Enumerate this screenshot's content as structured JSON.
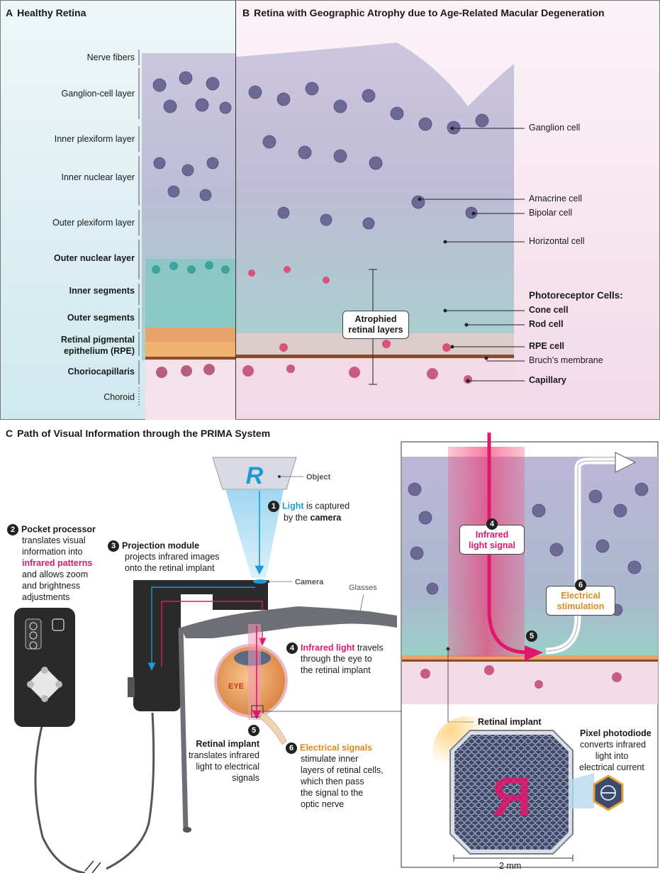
{
  "panel_a": {
    "letter": "A",
    "title": "Healthy Retina",
    "layers": [
      {
        "label": "Nerve fibers",
        "bold": false
      },
      {
        "label": "Ganglion-cell layer",
        "bold": false
      },
      {
        "label": "Inner plexiform layer",
        "bold": false
      },
      {
        "label": "Inner nuclear layer",
        "bold": false
      },
      {
        "label": "Outer plexiform layer",
        "bold": false
      },
      {
        "label": "Outer nuclear layer",
        "bold": true
      },
      {
        "label": "Inner segments",
        "bold": true
      },
      {
        "label": "Outer segments",
        "bold": true
      },
      {
        "label": "Retinal pigmental",
        "bold": true
      },
      {
        "label": "epithelium (RPE)",
        "bold": true
      },
      {
        "label": "Choriocapillaris",
        "bold": true
      },
      {
        "label": "Choroid",
        "bold": false
      }
    ]
  },
  "panel_b": {
    "letter": "B",
    "title": "Retina with Geographic Atrophy due to Age-Related Macular Degeneration",
    "cells": [
      {
        "label": "Ganglion cell",
        "bold": false
      },
      {
        "label": "Amacrine cell",
        "bold": false
      },
      {
        "label": "Bipolar cell",
        "bold": false
      },
      {
        "label": "Horizontal cell",
        "bold": false
      },
      {
        "label": "Photoreceptor Cells:",
        "bold": true
      },
      {
        "label": "Cone cell",
        "bold": true
      },
      {
        "label": "Rod cell",
        "bold": true
      },
      {
        "label": "RPE cell",
        "bold": true
      },
      {
        "label": "Bruch’s membrane",
        "bold": false
      },
      {
        "label": "Capillary",
        "bold": true
      }
    ],
    "atrophy_line1": "Atrophied",
    "atrophy_line2": "retinal layers"
  },
  "panel_c": {
    "letter": "C",
    "title": "Path of Visual Information through the PRIMA System",
    "object_label": "Object",
    "object_glyph": "R",
    "camera_label": "Camera",
    "glasses_label": "Glasses",
    "eye_label": "EYE",
    "implant_glyph": "R",
    "step1": {
      "num": "1",
      "w1": "Light",
      "w2": " is captured",
      "w3": "by the ",
      "w4": "camera"
    },
    "step2": {
      "num": "2",
      "title": "Pocket processor",
      "l1": "translates visual",
      "l2": "information into",
      "l3": "infrared patterns",
      "l4": "and allows zoom",
      "l5": "and brightness",
      "l6": "adjustments"
    },
    "step3": {
      "num": "3",
      "title": "Projection module",
      "l1": "projects infrared images",
      "l2": "onto the retinal implant"
    },
    "step4": {
      "num": "4",
      "w1": "Infrared light",
      "w2": " travels",
      "l2": "through the eye to",
      "l3": "the retinal implant"
    },
    "step5": {
      "num": "5",
      "title": "Retinal implant",
      "l1": "translates infrared",
      "l2": "light to electrical",
      "l3": "signals"
    },
    "step6": {
      "num": "6",
      "w1": "Electrical signals",
      "l1": "stimulate inner",
      "l2": "layers of retinal cells,",
      "l3": "which then pass",
      "l4": "the signal to the",
      "l5": "optic nerve"
    },
    "inset": {
      "ir_num": "4",
      "ir_l1": "Infrared",
      "ir_l2": "light signal",
      "es_num": "6",
      "es_l1": "Electrical",
      "es_l2": "stimulation",
      "num5": "5",
      "implant_label": "Retinal implant",
      "pixel_title": "Pixel photodiode",
      "pixel_l1": "converts infrared",
      "pixel_l2": "light into",
      "pixel_l3": "electrical current",
      "scale": "2 mm"
    }
  },
  "colors": {
    "blue": "#1d9ad6",
    "pink": "#e0176c",
    "orange": "#e08a1e",
    "device": "#2a2a2a",
    "retina_purple": "#a9a3c6",
    "eye_orange": "#e99a4f"
  }
}
